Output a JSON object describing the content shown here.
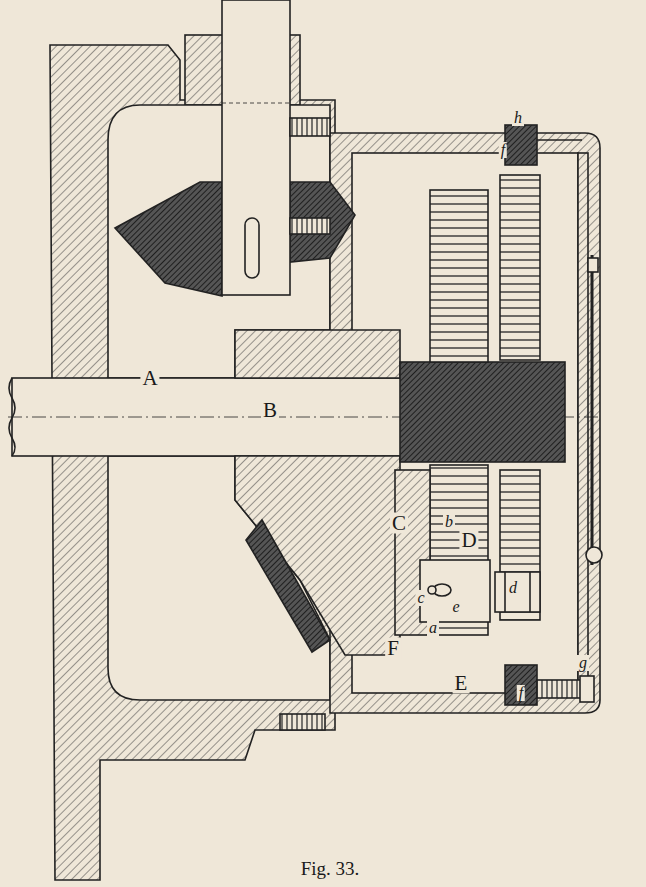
{
  "diagram": {
    "caption": "Fig. 33.",
    "labels": [
      "h",
      "f",
      "A",
      "B",
      "b",
      "D",
      "C",
      "c",
      "e",
      "d",
      "a",
      "F",
      "E",
      "f",
      "g"
    ]
  }
}
